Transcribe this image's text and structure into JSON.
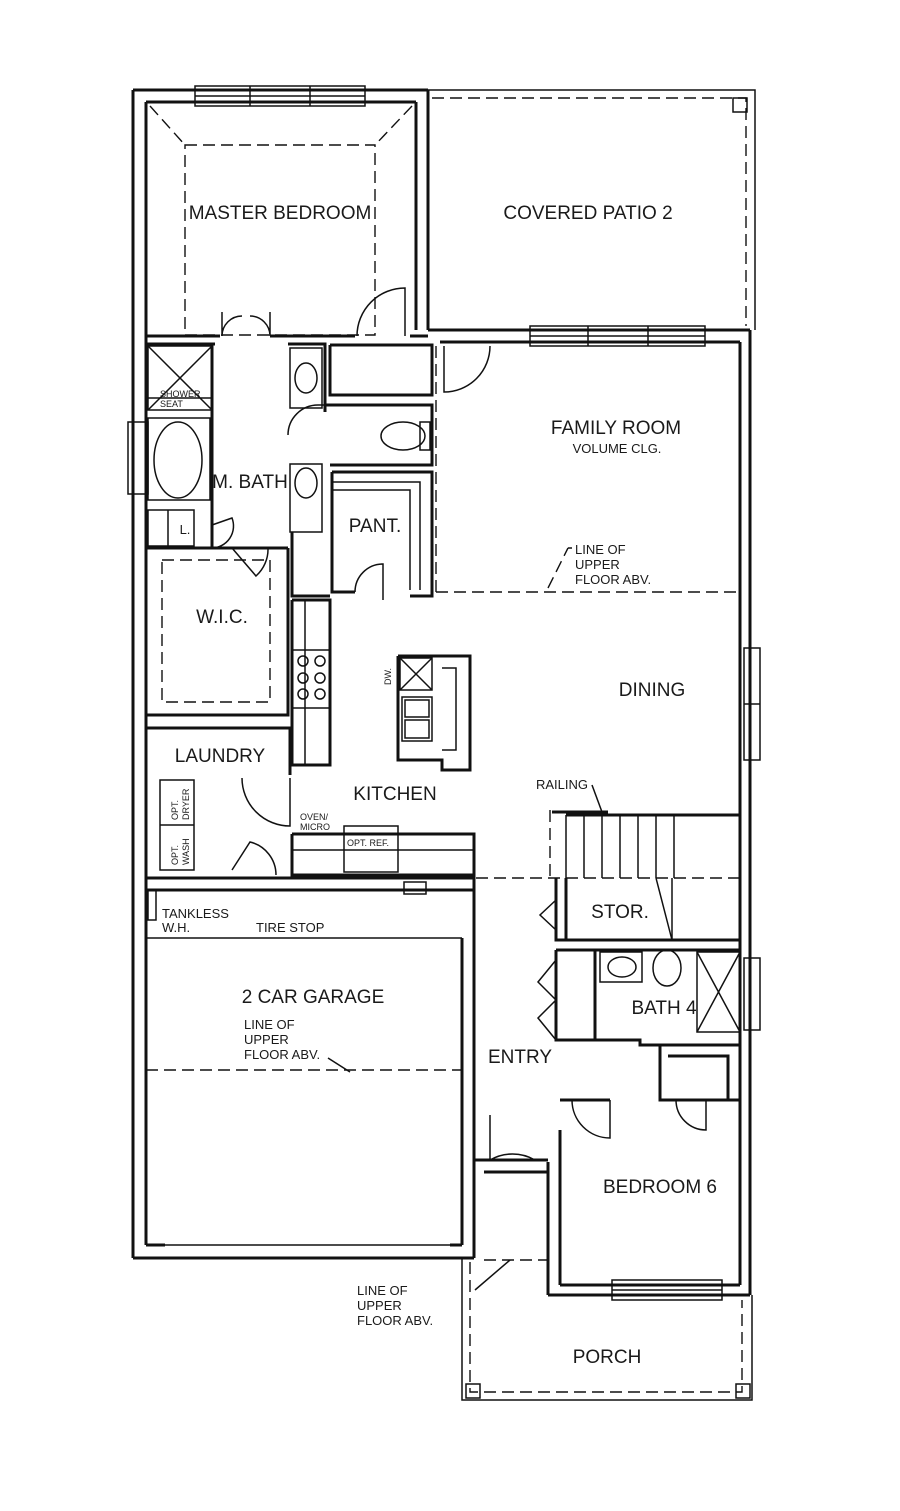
{
  "plan": {
    "rooms": {
      "master_bedroom": "MASTER BEDROOM",
      "covered_patio": "COVERED PATIO 2",
      "family_room": "FAMILY ROOM",
      "volume_clg": "VOLUME CLG.",
      "m_bath": "M. BATH",
      "pantry": "PANT.",
      "wic": "W.I.C.",
      "dining": "DINING",
      "kitchen": "KITCHEN",
      "laundry": "LAUNDRY",
      "garage": "2 CAR GARAGE",
      "entry": "ENTRY",
      "stor": "STOR.",
      "bath4": "BATH 4",
      "bedroom6": "BEDROOM 6",
      "porch": "PORCH",
      "linen": "L."
    },
    "fixtures": {
      "shower_seat_1": "SHOWER",
      "shower_seat_2": "SEAT",
      "dw": "DW.",
      "oven_1": "OVEN/",
      "oven_2": "MICRO",
      "opt_ref": "OPT. REF.",
      "opt_wash_1": "OPT.",
      "opt_wash_2": "WASH",
      "opt_dryer_1": "OPT.",
      "opt_dryer_2": "DRYER",
      "tankless_1": "TANKLESS",
      "tankless_2": "W.H.",
      "tire_stop": "TIRE STOP",
      "railing": "RAILING"
    },
    "notes": {
      "upper_floor_family": [
        "LINE OF",
        "UPPER",
        "FLOOR ABV."
      ],
      "upper_floor_garage": [
        "LINE OF",
        "UPPER",
        "FLOOR ABV."
      ],
      "upper_floor_porch": [
        "LINE OF",
        "UPPER",
        "FLOOR ABV."
      ]
    }
  }
}
